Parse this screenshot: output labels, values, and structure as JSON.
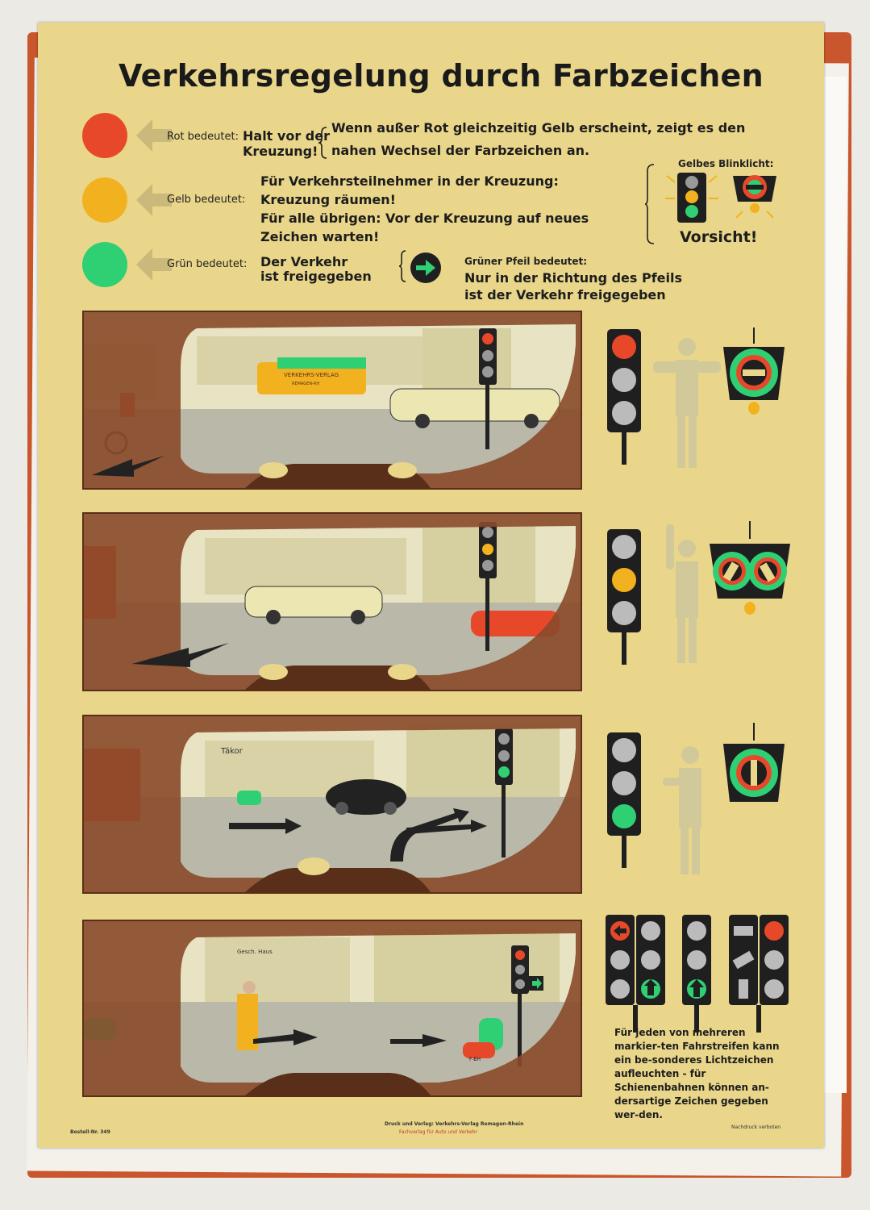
{
  "title": "Verkehrsregelung durch Farbzeichen",
  "legend": {
    "red": {
      "label": "Rot bedeutet:",
      "text1": "Halt vor der",
      "text2": "Kreuzung!"
    },
    "red_note": {
      "line1": "Wenn außer Rot  gleichzeitig Gelb erscheint, zeigt es den",
      "line2": "nahen Wechsel der Farbzeichen an."
    },
    "yellow": {
      "label": "Gelb bedeutet:",
      "line1": "Für Verkehrsteilnehmer in der Kreuzung:",
      "line2": "Kreuzung räumen!",
      "line3": "Für alle übrigen: Vor der Kreuzung auf neues",
      "line4": "Zeichen warten!"
    },
    "green": {
      "label": "Grün bedeutet:",
      "line1": "Der Verkehr",
      "line2": "ist freigegeben"
    },
    "green_arrow": {
      "label": "Grüner Pfeil bedeutet:",
      "line1": "Nur in der Richtung des Pfeils",
      "line2": "ist der Verkehr freigegeben"
    },
    "blink": {
      "label": "Gelbes Blinklicht:",
      "warning": "Vorsicht!"
    }
  },
  "scenes": {
    "bus_sign": "VERKEHRS-VERLAG",
    "bus_sign2": "REMAGEN-RH",
    "shop_sign": "Täkor",
    "shop_sign2": "Gesch. Haus",
    "plate": "F-BH"
  },
  "note": "Für jeden von mehreren markier-ten Fahrstreifen kann ein be-sonderes Lichtzeichen aufleuchten - für Schienenbahnen können an-dersartige Zeichen gegeben wer-den.",
  "footer": {
    "order": "Bestell-Nr. 349",
    "publisher": "Druck und Verlag: Verkehrs-Verlag Remagen-Rhein",
    "publisher2": "Fachverlag für Auto und Verkehr",
    "rights": "Nachdruck verboten"
  },
  "colors": {
    "red": "#e8482a",
    "yellow": "#f2b21f",
    "green": "#2fd073",
    "paper": "#e9d68a",
    "brown": "#5a2f1a"
  }
}
